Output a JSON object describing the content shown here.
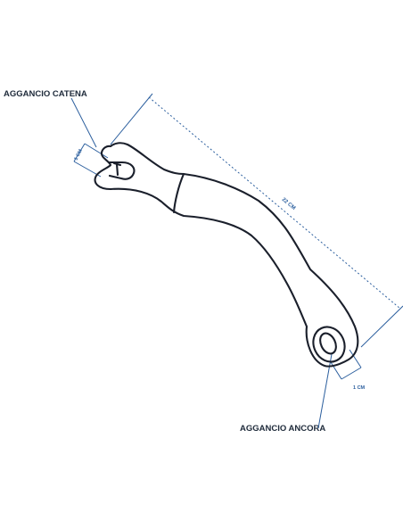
{
  "labels": {
    "chain_hook": "AGGANCIO CATENA",
    "anchor_hook": "AGGANCIO ANCORA",
    "length_dimension": "22 CM",
    "chain_hook_width": "1 CM",
    "anchor_hook_width": "1 CM"
  },
  "colors": {
    "part_outline": "#1a1f2b",
    "dimension_lines": "#2c5f9e",
    "label_text": "#1e2a3a",
    "background": "#ffffff"
  }
}
